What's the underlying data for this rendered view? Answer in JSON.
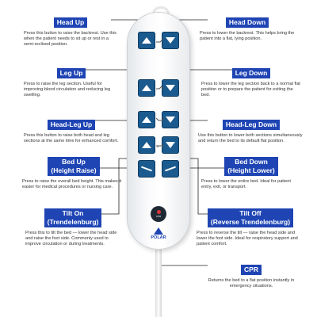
{
  "callouts": {
    "head_up": {
      "title": "Head Up",
      "desc": "Press this button to raise the backrest. Use this when the patient needs to sit up or rest in a semi-reclined position."
    },
    "head_down": {
      "title": "Head Down",
      "desc": "Press to lower the backrest. This helps bring the patient into a flat, lying position."
    },
    "leg_up": {
      "title": "Leg Up",
      "desc": "Press to raise the leg section. Useful for improving blood circulation and reducing leg swelling."
    },
    "leg_down": {
      "title": "Leg Down",
      "desc": "Press to lower the leg section back to a normal flat position or to prepare the patient for exiting the bed."
    },
    "head_leg_up": {
      "title": "Head-Leg Up",
      "desc": "Press this button to raise both head and leg sections at the same time for enhanced comfort."
    },
    "head_leg_down": {
      "title": "Head-Leg Down",
      "desc": "Use this button to lower both sections simultaneously and return the bed to its default flat position."
    },
    "bed_up": {
      "title_line1": "Bed Up",
      "title_line2": "(Height Raise)",
      "desc": "Press to raise the overall bed height. This makes it easier for medical procedures or nursing care."
    },
    "bed_down": {
      "title_line1": "Bed Down",
      "title_line2": "(Height Lower)",
      "desc": "Press to lower the entire bed. Ideal for patient entry, exit, or transport."
    },
    "tilt_on": {
      "title_line1": "Tilt On",
      "title_line2": "(Trendelenburg)",
      "desc": "Press this to tilt the bed — lower the head side and raise the foot side. Commonly used to improve circulation or during treatments."
    },
    "tilt_off": {
      "title_line1": "Tilt Off",
      "title_line2": "(Reverse Trendelenburg)",
      "desc": "Press to reverse the tilt — raise the head side and lower the foot side. Ideal for respiratory support and patient comfort."
    },
    "cpr": {
      "title": "CPR",
      "desc": "Returns the bed to a flat position instantly in emergency situations."
    }
  },
  "remote": {
    "brand": "POLAR",
    "cpr_button_label": "CPR",
    "button_icons": [
      "up-arrow-icon",
      "down-arrow-icon",
      "backrest-icon",
      "leg-section-icon",
      "both-sections-icon",
      "bed-height-icon",
      "tilt-icon"
    ]
  },
  "colors": {
    "label_bg": "#1f45b4",
    "button": "#1a5a8e",
    "text": "#333333"
  }
}
